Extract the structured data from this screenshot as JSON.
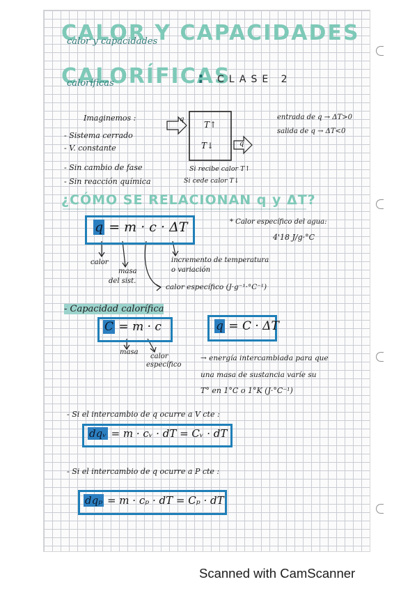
{
  "title": {
    "line1": "CALOR Y CAPACIDADES",
    "line1_under": "calor y capacidades",
    "line2": "CALORÍFICAS",
    "line2_under": "caloríficas",
    "colon": ":",
    "class": "CLASE 2"
  },
  "intro": {
    "heading": "Imaginemos :",
    "items": [
      "- Sistema cerrado",
      "- V. constante",
      "- Sin cambio de fase",
      "- Sin reacción química"
    ]
  },
  "diagram": {
    "q_in": "q",
    "q_out": "q",
    "t_up": "T↑",
    "t_down": "T↓",
    "receives": "Si recibe calor T↑",
    "gives": "Si cede calor T↓"
  },
  "signs": {
    "in": "entrada de q → ΔT>0",
    "out": "salida de q → ΔT<0"
  },
  "question": "¿CÓMO SE RELACIONAN q y ΔT?",
  "main_eq": {
    "q": "q",
    "rest": " = m · c · ΔT"
  },
  "water_note": {
    "line1": "* Calor específico del agua:",
    "line2": "4'18 J/g·°C"
  },
  "labels": {
    "calor": "calor",
    "masa": "masa",
    "del_sist": "del sist.",
    "incremento1": "incremento de temperatura",
    "incremento2": "o variación",
    "calor_especifico": "calor específico (J·g⁻¹·°C⁻¹)"
  },
  "capacity": {
    "heading": "- Capacidad calorífica",
    "eq_C": "C",
    "eq_rest": " = m · c",
    "eq2_q": "q",
    "eq2_rest": " = C · ΔT",
    "masa": "masa",
    "calor_esp1": "calor",
    "calor_esp2": "específico",
    "def1": "→ energía intercambiada para que",
    "def2": "una masa de sustancia varíe su",
    "def3": "T° en 1°C o 1°K (J·°C⁻¹)"
  },
  "const_v": {
    "heading": "- Si el intercambio de q ocurre a V cte :",
    "lhs": "dqᵥ",
    "rhs": " = m · cᵥ · dT = Cᵥ · dT"
  },
  "const_p": {
    "heading": "- Si el intercambio de q ocurre a P cte :",
    "lhs": "dqₚ",
    "rhs": " = m · cₚ · dT = Cₚ · dT"
  },
  "footer": "Scanned with CamScanner",
  "colors": {
    "title_teal": "#7ec9b8",
    "box_blue": "#1f7fb8",
    "highlight_blue": "#2b7fc0"
  }
}
